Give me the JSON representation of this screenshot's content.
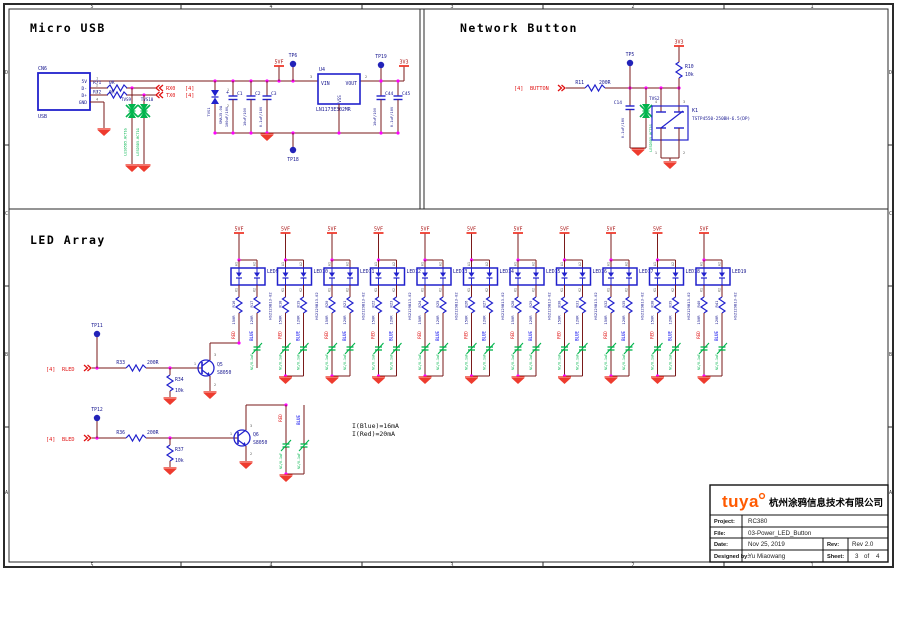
{
  "colors": {
    "wire": "#7a1a1a",
    "symbol": "#2121cc",
    "designator": "#17178f",
    "net_label_red": "#e01010",
    "net_label_blue": "#0000ee",
    "power": "#ee3b2e",
    "power_text": "#aa1616",
    "junction": "#ff00ff",
    "dnp_green": "#00b44c",
    "testpoint": "#2222b8",
    "pin_number": "#555555",
    "logo_orange": "#ff5a00"
  },
  "sheet": {
    "zones_top": [
      "5",
      "4",
      "3",
      "2",
      "1"
    ],
    "zones_side": [
      "D",
      "C",
      "B",
      "A"
    ]
  },
  "micro_usb": {
    "title": "Micro USB",
    "connector": {
      "designator": "CN6",
      "label": "USB",
      "pins": [
        "5V",
        "D-",
        "D+",
        "GND"
      ],
      "pin_numbers": [
        "1",
        "2",
        "3",
        "4"
      ]
    },
    "r71": {
      "designator": "R71",
      "value": "0R"
    },
    "r72": {
      "designator": "R72",
      "value": "0R"
    },
    "ports": {
      "rx": {
        "name": "RX0",
        "sheet": "[4]"
      },
      "tx": {
        "name": "TX0",
        "sheet": "[4]"
      }
    },
    "tvs9": {
      "designator": "TVS9",
      "part": "LESD5D5.0CT1G"
    },
    "tvs10": {
      "designator": "TVS10",
      "part": "LESD5D5.0CT1G"
    },
    "tvs1": {
      "designator": "TVS1",
      "part": "SMAJ5.0A"
    },
    "c1": {
      "designator": "C1",
      "value": "100uF/10V",
      "plus": "+",
      "pin1": "1",
      "pin2": "2"
    },
    "c2": {
      "designator": "C2",
      "value": "10uF/10V"
    },
    "c3": {
      "designator": "C3",
      "value": "0.1uF/10V"
    },
    "power_5vf": "5VF",
    "tp6": "TP6",
    "tp18": "TP18",
    "tp19": "TP19",
    "u4": {
      "designator": "U4",
      "part": "LN1173E302MR",
      "pin_vin": "VIN",
      "pin_vout": "VOUT",
      "pin_vss": "VSS",
      "num_vin": "3",
      "num_vout": "2"
    },
    "c44": {
      "designator": "C44",
      "value": "10uF/10V"
    },
    "c45": {
      "designator": "C45",
      "value": "0.1uF/10V"
    },
    "power_3v3": "3V3"
  },
  "network_button": {
    "title": "Network Button",
    "port": {
      "sheet": "[4]",
      "name": "BUTTON"
    },
    "r11": {
      "designator": "R11",
      "value": "200R"
    },
    "tp5": "TP5",
    "c14": {
      "designator": "C14",
      "value": "0.1uF/16V"
    },
    "tvs2": {
      "designator": "TVS2",
      "part": "LESD5D5.0CT1G"
    },
    "r10": {
      "designator": "R10",
      "value": "10k"
    },
    "power_3v3": "3V3",
    "k1": {
      "designator": "K1",
      "part": "TSTP4550-250BH-6.5(DP)",
      "pins": [
        "1",
        "2",
        "3",
        "4"
      ]
    }
  },
  "led_array": {
    "title": "LED Array",
    "note_lines": [
      "I(Blue)=16mA",
      "I(Red)=20mA"
    ],
    "power_label": "5VF",
    "led_part": "HS2129B13-02",
    "pin_labels": {
      "a1": "A1",
      "a2": "A2",
      "k1": "K1",
      "k2": "K2"
    },
    "net_red": "RED",
    "net_blue": "BLUE",
    "red_value": "150R",
    "blue_value": "120R",
    "dnp_part": "NC/0.1uF",
    "leds": [
      {
        "name": "LED9",
        "r_red": "R16",
        "r_blue": "R17"
      },
      {
        "name": "LED10",
        "r_red": "R18",
        "r_blue": "R19"
      },
      {
        "name": "LED11",
        "r_red": "R20",
        "r_blue": "R21"
      },
      {
        "name": "LED12",
        "r_red": "R22",
        "r_blue": "R23"
      },
      {
        "name": "LED13",
        "r_red": "R24",
        "r_blue": "R25"
      },
      {
        "name": "LED14",
        "r_red": "R26",
        "r_blue": "R27"
      },
      {
        "name": "LED15",
        "r_red": "R28",
        "r_blue": "R29"
      },
      {
        "name": "LED16",
        "r_red": "R30",
        "r_blue": "R31"
      },
      {
        "name": "LED17",
        "r_red": "R32",
        "r_blue": "R35"
      },
      {
        "name": "LED18",
        "r_red": "R38",
        "r_blue": "R39"
      },
      {
        "name": "LED19",
        "r_red": "R40",
        "r_blue": "R41"
      }
    ],
    "tp11": "TP11",
    "tp12": "TP12",
    "rled": {
      "sheet": "[4]",
      "name": "RLED"
    },
    "bled": {
      "sheet": "[4]",
      "name": "BLED"
    },
    "r33": {
      "designator": "R33",
      "value": "200R"
    },
    "r34": {
      "designator": "R34",
      "value": "10k"
    },
    "r36": {
      "designator": "R36",
      "value": "200R"
    },
    "r37": {
      "designator": "R37",
      "value": "10k"
    },
    "q5": {
      "designator": "Q5",
      "part": "S8050",
      "pin_b": "1",
      "pin_c": "3",
      "pin_e": "2"
    },
    "q6": {
      "designator": "Q6",
      "part": "S8050",
      "pin_b": "1",
      "pin_c": "3",
      "pin_e": "2"
    }
  },
  "title_block": {
    "logo": "tuya",
    "company_cn": "杭州涂鸦信息技术有限公司",
    "project_label": "Project:",
    "project": "RC380",
    "file_label": "File:",
    "file": "03-Power_LED_Button",
    "date_label": "Date:",
    "date": "Nov 25, 2019",
    "rev_label": "Rev:",
    "rev": "Rev 2.0",
    "designed_label": "Designed by:",
    "designed": "Yu Miaowang",
    "sheet_label": "Sheet:",
    "sheet_num": "3",
    "sheet_of": "of",
    "sheet_total": "4"
  }
}
